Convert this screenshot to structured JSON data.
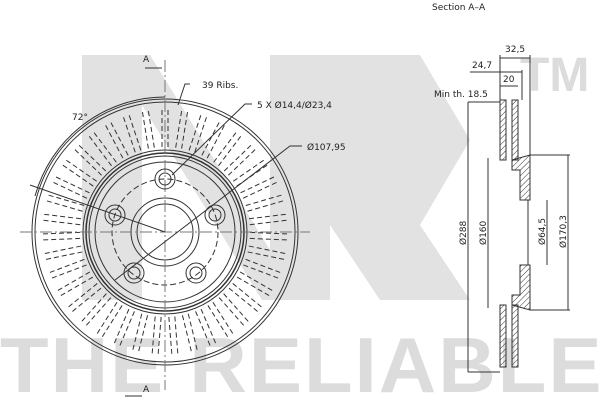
{
  "watermark": {
    "tagline": "THE RELIABLE PART",
    "trademark": "TM",
    "color": "#dcdcdc"
  },
  "front_view": {
    "section_marker_top": "A",
    "section_marker_bottom": "A",
    "angle_label": "72°",
    "ribs_label": "39  Ribs.",
    "holes_label": "5  X  Ø14,4/Ø23,4",
    "pcd_label": "Ø107,95"
  },
  "section_view": {
    "title": "Section  A–A",
    "dimensions": {
      "overall_thickness": "32,5",
      "hat_depth": "24,7",
      "disc_thickness": "20",
      "min_thickness": "Min  th.  18.5",
      "outer_diameter": "Ø288",
      "hat_diameter": "Ø160",
      "center_bore": "Ø64,5",
      "hub_diameter": "Ø170,3"
    }
  },
  "colors": {
    "line": "#333333",
    "background": "#ffffff"
  }
}
